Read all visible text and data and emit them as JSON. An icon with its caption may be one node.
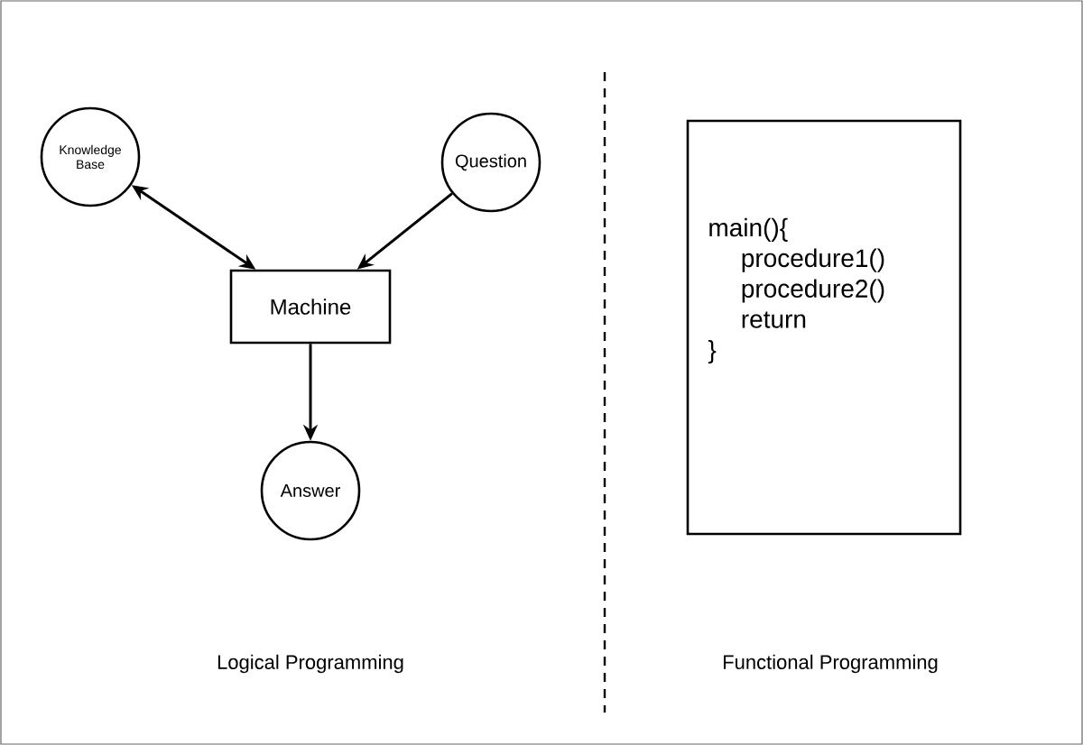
{
  "diagram": {
    "nodes": [
      {
        "text": [
          "Knowledge Base"
        ]
      },
      {
        "text": [
          "Question"
        ]
      },
      {
        "text": [
          "Machine"
        ]
      },
      {
        "text": [
          "Answer"
        ]
      },
      {
        "text": [
          "main(){",
          "procedure1()",
          "procedure2()",
          "return",
          "}"
        ]
      }
    ],
    "edges": [
      {
        "from": 0,
        "to": 2,
        "arrow": "both"
      },
      {
        "from": 1,
        "to": 2,
        "arrow": "to"
      },
      {
        "from": 2,
        "to": 3,
        "arrow": "to"
      }
    ],
    "labels": [
      "Logical Programming",
      "Functional Programming"
    ]
  }
}
